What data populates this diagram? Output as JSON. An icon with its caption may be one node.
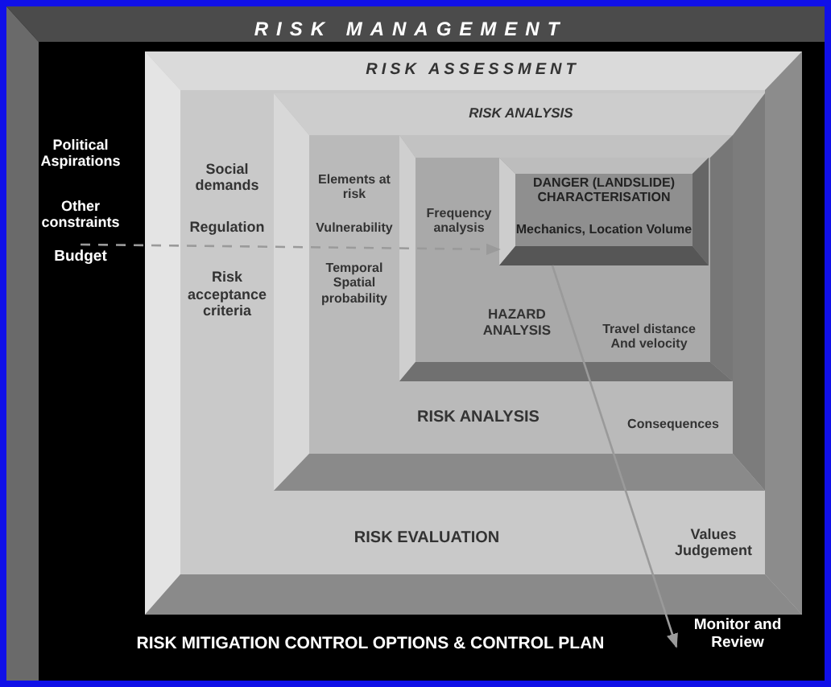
{
  "diagram": {
    "nodes": [
      {
        "text": [
          "RISK MANAGEMENT",
          "RISK MITIGATION CONTROL OPTIONS & CONTROL PLAN"
        ]
      },
      {
        "text": [
          "RISK ASSESSMENT",
          "Social demands",
          "Regulation",
          "Risk acceptance criteria",
          "RISK EVALUATION",
          "Values Judgement"
        ],
        "in": 0
      },
      {
        "text": [
          "RISK ANALYSIS",
          "Elements at risk",
          "Vulnerability",
          "Temporal Spatial probability",
          "RISK ANALYSIS",
          "Consequences"
        ],
        "in": 1
      },
      {
        "text": [
          "Frequency analysis",
          "HAZARD ANALYSIS",
          "Travel distance And velocity"
        ],
        "in": 2
      },
      {
        "text": [
          "DANGER (LANDSLIDE) CHARACTERISATION",
          "Mechanics, Location Volume"
        ],
        "in": 3
      },
      {
        "text": [
          "Monitor and Review"
        ],
        "in": 0
      },
      {
        "text": [
          "Budget"
        ],
        "in": 0
      }
    ],
    "edges": [
      {
        "from": 6,
        "to": 4,
        "arrow": "to",
        "style": "dashed"
      },
      {
        "from": 4,
        "to": 5,
        "arrow": "to"
      }
    ],
    "labels": [
      "Political Aspirations",
      "Other constraints"
    ]
  }
}
